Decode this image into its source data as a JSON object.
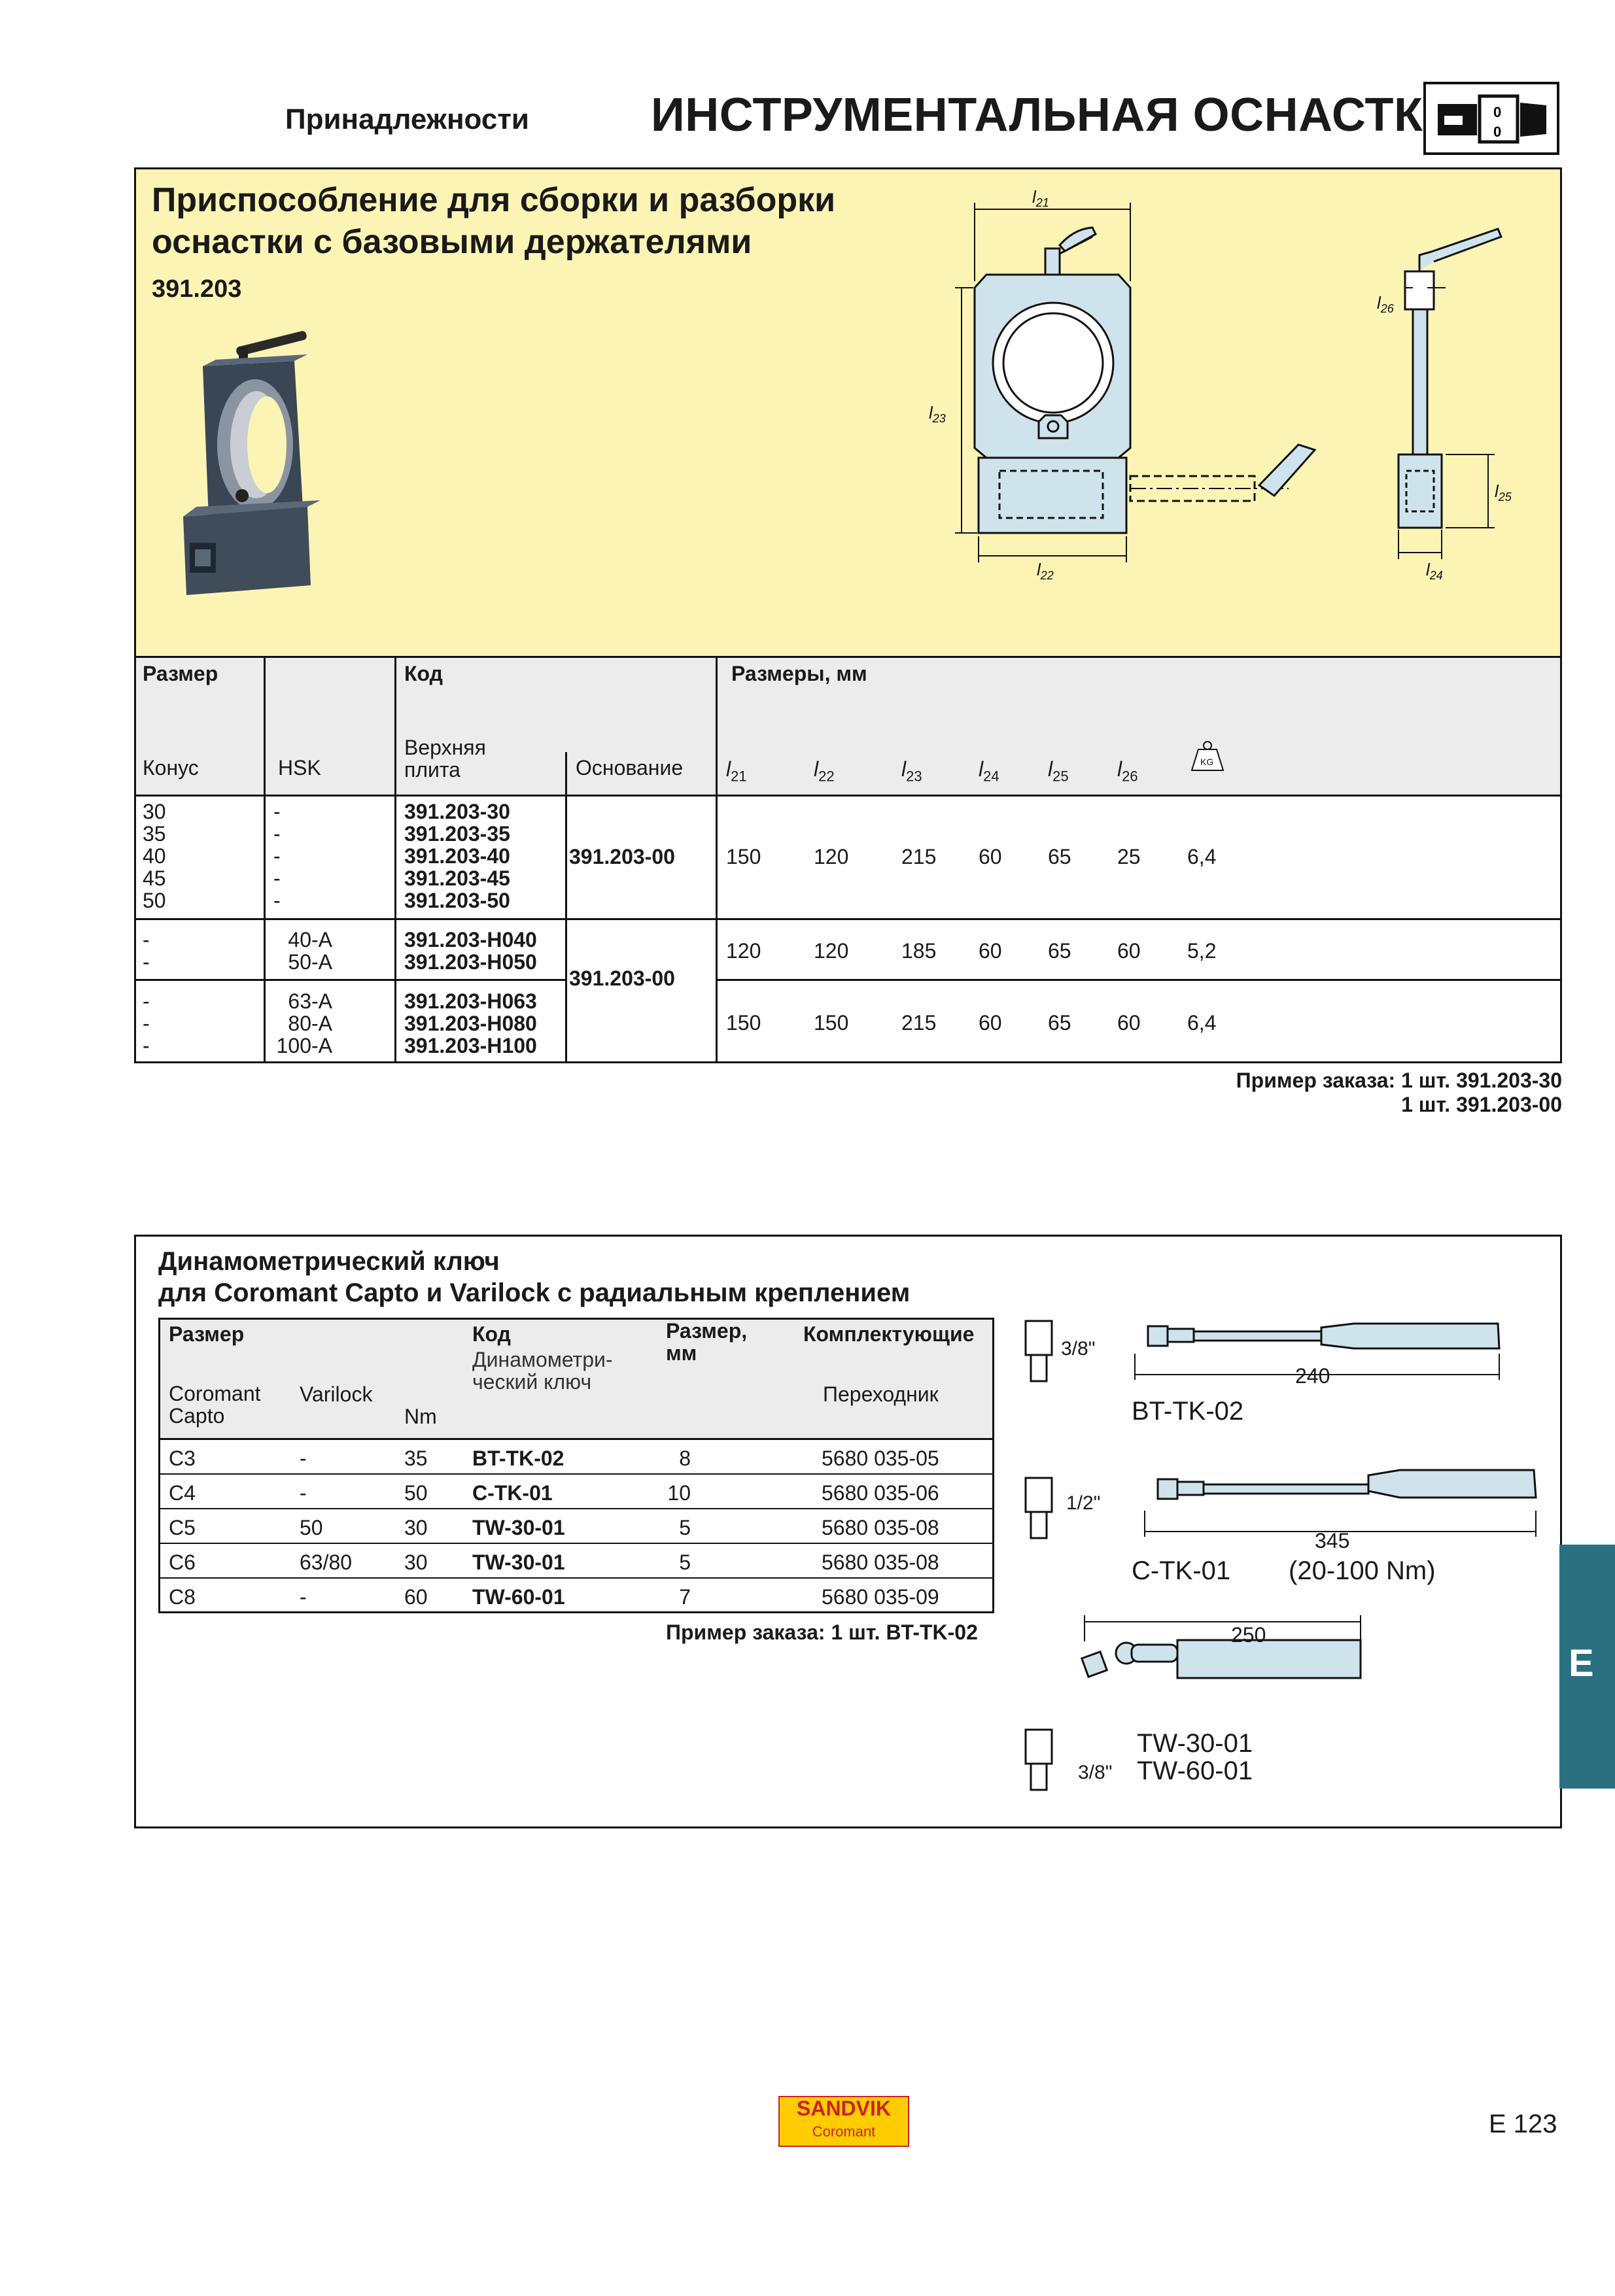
{
  "header": {
    "subtitle": "Принадлежности",
    "title": "ИНСТРУМЕНТАЛЬНАЯ ОСНАСТКА"
  },
  "section1": {
    "title_line1": "Приспособление для сборки и разборки",
    "title_line2": "оснастки с базовыми держателями",
    "code": "391.203",
    "dims": {
      "l21": "l21",
      "l22": "l22",
      "l23": "l23",
      "l24": "l24",
      "l25": "l25",
      "l26": "l26"
    },
    "table": {
      "h_size": "Размер",
      "h_code": "Код",
      "h_dims": "Размеры, мм",
      "h_cone": "Конус",
      "h_hsk": "HSK",
      "h_top_l1": "Верхняя",
      "h_top_l2": "плита",
      "h_base": "Основание",
      "h_l": [
        "l21",
        "l22",
        "l23",
        "l24",
        "l25",
        "l26"
      ],
      "h_l_main": "l",
      "h_l_sub": [
        "21",
        "22",
        "23",
        "24",
        "25",
        "26"
      ],
      "kg": "KG",
      "groups": [
        {
          "cone": [
            "30",
            "35",
            "40",
            "45",
            "50"
          ],
          "hsk": [
            "-",
            "-",
            "-",
            "-",
            "-"
          ],
          "top": [
            "391.203-30",
            "391.203-35",
            "391.203-40",
            "391.203-45",
            "391.203-50"
          ],
          "base": "391.203-00",
          "vals": [
            "150",
            "120",
            "215",
            "60",
            "65",
            "25",
            "6,4"
          ]
        },
        {
          "cone": [
            "-",
            "-"
          ],
          "hsk": [
            "40-A",
            "50-A"
          ],
          "top": [
            "391.203-H040",
            "391.203-H050"
          ],
          "base": "391.203-00",
          "vals": [
            "120",
            "120",
            "185",
            "60",
            "65",
            "60",
            "5,2"
          ]
        },
        {
          "cone": [
            "-",
            "-",
            "-"
          ],
          "hsk": [
            "63-A",
            "80-A",
            "100-A"
          ],
          "top": [
            "391.203-H063",
            "391.203-H080",
            "391.203-H100"
          ],
          "vals": [
            "150",
            "150",
            "215",
            "60",
            "65",
            "60",
            "6,4"
          ]
        }
      ]
    },
    "order_line1": "Пример заказа: 1 шт. 391.203-30",
    "order_line2": "1 шт. 391.203-00"
  },
  "section2": {
    "title_line1": "Динамометрический ключ",
    "title_line2": "для Coromant Capto и Varilock с радиальным креплением",
    "table": {
      "h_size": "Размер",
      "h_code": "Код",
      "h_code_sub1": "Динамометри-",
      "h_code_sub2": "ческий ключ",
      "h_dim1": "Размер,",
      "h_dim2": "мм",
      "h_acc": "Комплектующие",
      "h_acc_sub": "Переходник",
      "h_capto1": "Coromant",
      "h_capto2": "Capto",
      "h_varilock": "Varilock",
      "h_nm": "Nm",
      "rows": [
        {
          "capto": "C3",
          "varilock": "-",
          "nm": "35",
          "code": "BT-TK-02",
          "dim": "8",
          "adapter": "5680 035-05"
        },
        {
          "capto": "C4",
          "varilock": "-",
          "nm": "50",
          "code": "C-TK-01",
          "dim": "10",
          "adapter": "5680 035-06"
        },
        {
          "capto": "C5",
          "varilock": "50",
          "nm": "30",
          "code": "TW-30-01",
          "dim": "5",
          "adapter": "5680 035-08"
        },
        {
          "capto": "C6",
          "varilock": "63/80",
          "nm": "30",
          "code": "TW-30-01",
          "dim": "5",
          "adapter": "5680 035-08"
        },
        {
          "capto": "C8",
          "varilock": "-",
          "nm": "60",
          "code": "TW-60-01",
          "dim": "7",
          "adapter": "5680 035-09"
        }
      ]
    },
    "order": "Пример заказа: 1 шт. BT-TK-02",
    "wrench1": {
      "drive": "3/8\"",
      "length": "240",
      "name": "BT-TK-02"
    },
    "wrench2": {
      "drive": "1/2\"",
      "length": "345",
      "name": "C-TK-01",
      "range": "(20-100 Nm)"
    },
    "wrench3": {
      "drive": "3/8\"",
      "length": "250",
      "name1": "TW-30-01",
      "name2": "TW-60-01"
    }
  },
  "side_tab": "E",
  "logo": {
    "top": "SANDVIK",
    "bottom": "Coromant"
  },
  "page_number": "E 123"
}
